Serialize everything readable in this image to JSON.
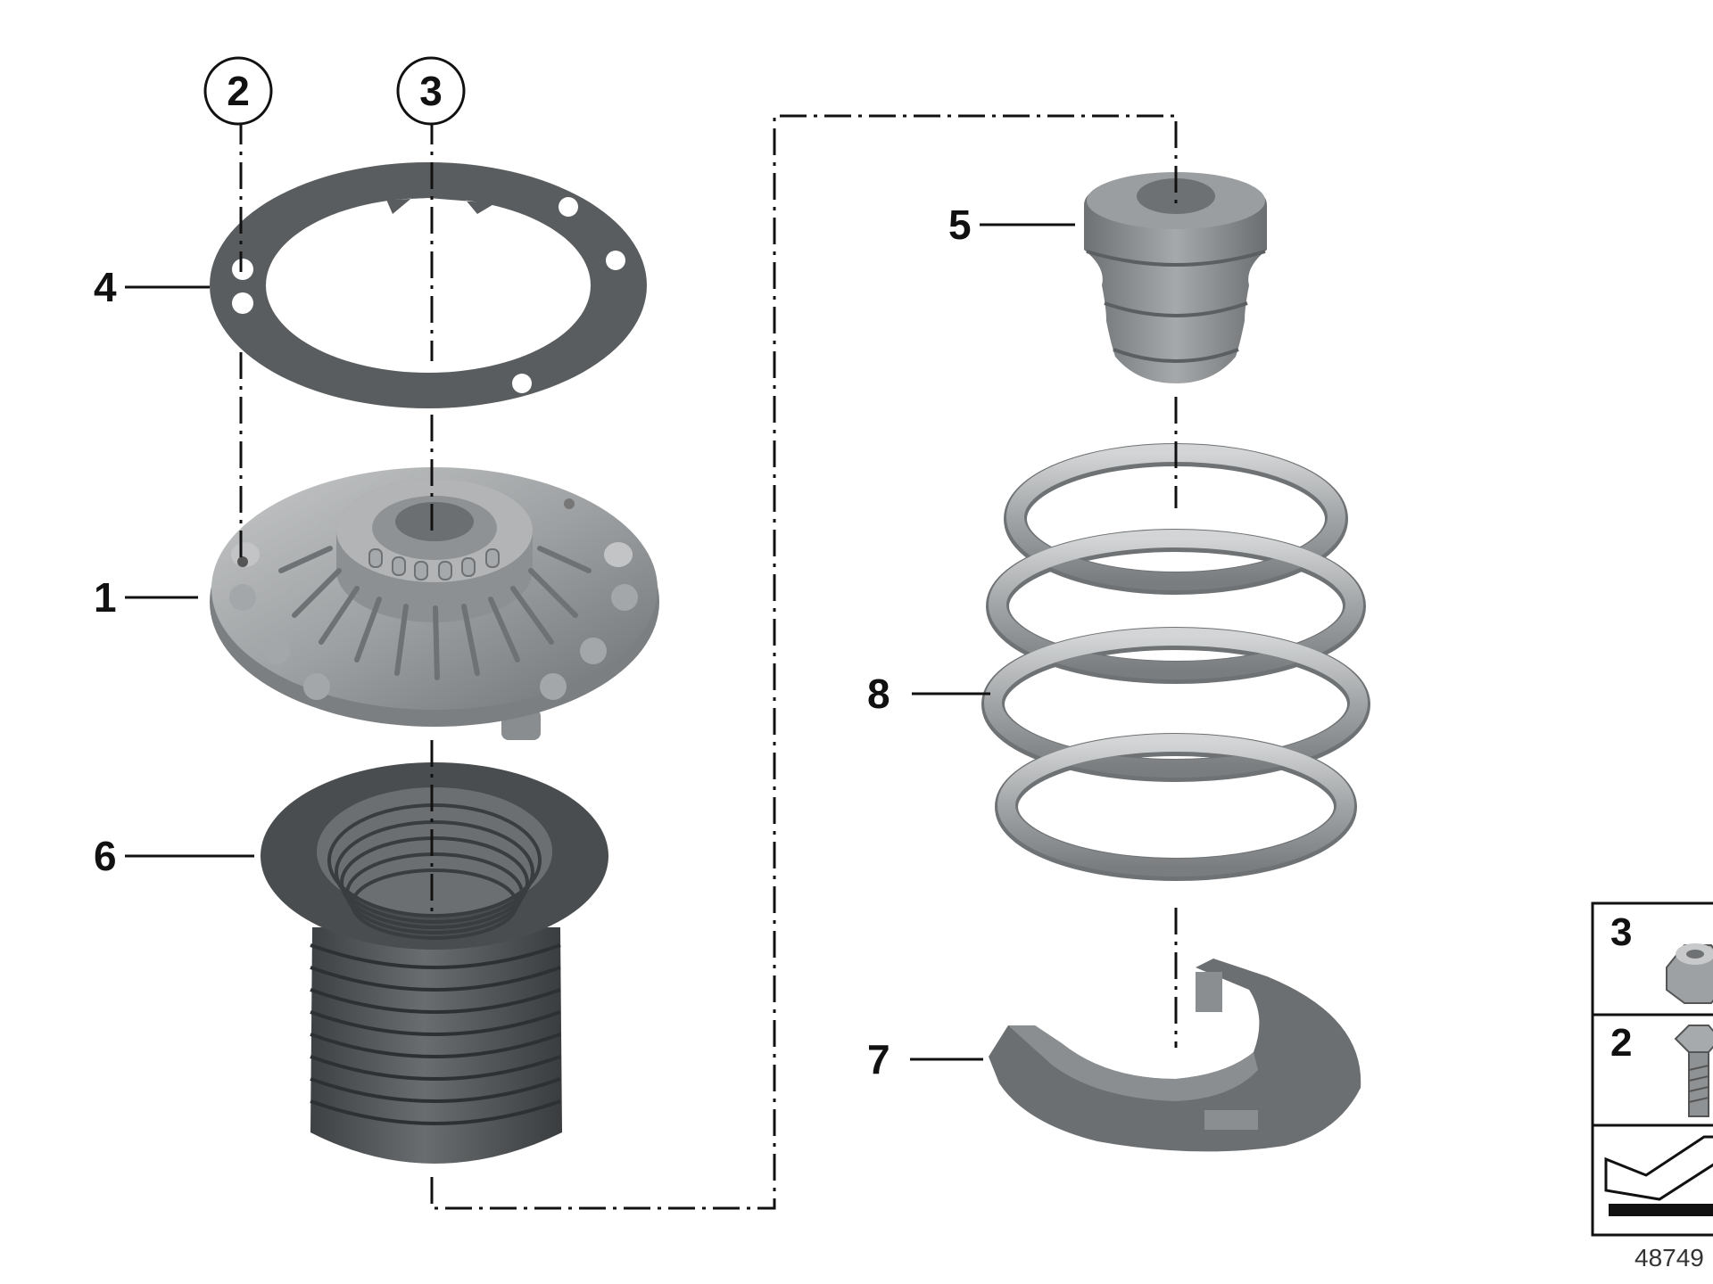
{
  "callouts": {
    "c1": "1",
    "c2": "2",
    "c3": "3",
    "c4": "4",
    "c5": "5",
    "c6": "6",
    "c7": "7",
    "c8": "8"
  },
  "legend": {
    "item_nut": "3",
    "item_bolt": "2"
  },
  "reference_number": "48749",
  "colors": {
    "part_gray": "#8c8f91",
    "part_dark": "#4b4e50",
    "part_light": "#b9bbbc",
    "line": "#111111"
  }
}
